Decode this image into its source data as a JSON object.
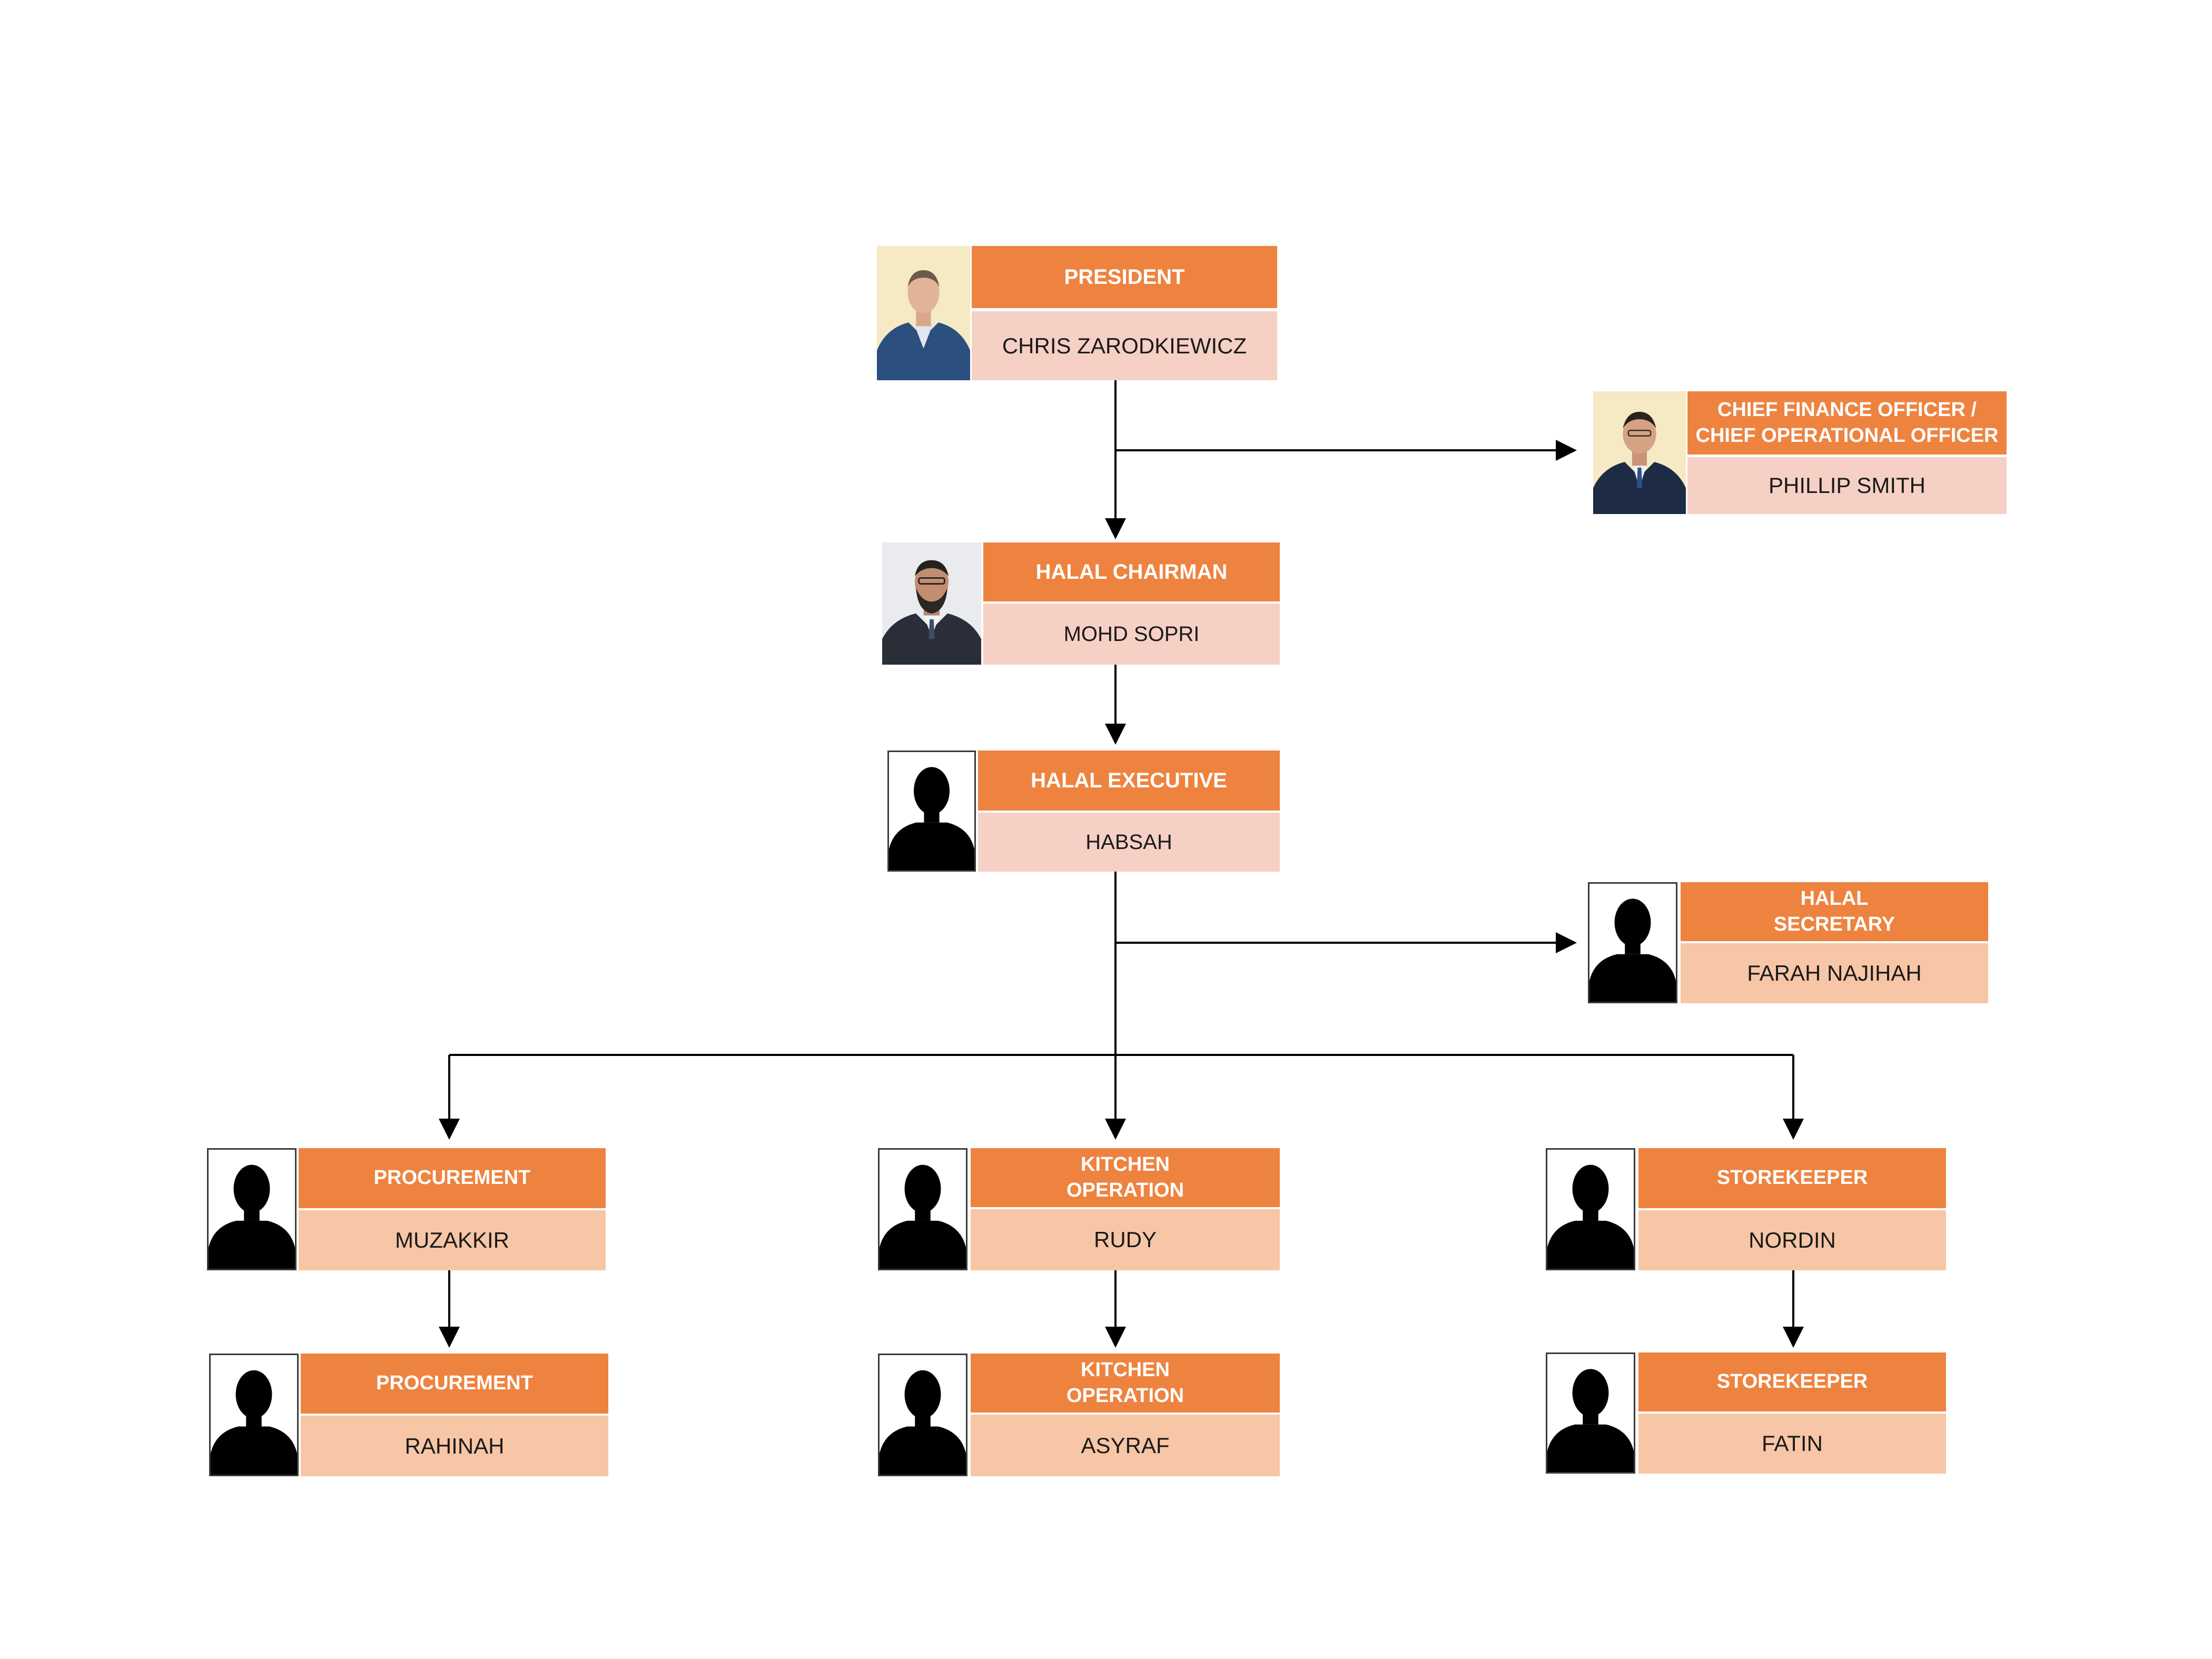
{
  "colors": {
    "accent": "#ee8340",
    "name_fill_pale": "#f6d0c4",
    "name_fill_peach": "#f7c6a6",
    "connector": "#000000"
  },
  "nodes": {
    "president": {
      "title": "PRESIDENT",
      "name": "CHRIS ZARODKIEWICZ",
      "photo": "portrait-photo"
    },
    "cfo": {
      "title": "CHIEF FINANCE OFFICER /\nCHIEF OPERATIONAL OFFICER",
      "name": "PHILLIP SMITH",
      "photo": "portrait-photo"
    },
    "halal_chairman": {
      "title": "HALAL CHAIRMAN",
      "name": "MOHD SOPRI",
      "photo": "portrait-photo"
    },
    "halal_executive": {
      "title": "HALAL EXECUTIVE",
      "name": "HABSAH",
      "photo": "person-silhouette-icon"
    },
    "halal_secretary": {
      "title": "HALAL\nSECRETARY",
      "name": "FARAH NAJIHAH",
      "photo": "person-silhouette-icon"
    },
    "procurement_1": {
      "title": "PROCUREMENT",
      "name": "MUZAKKIR",
      "photo": "person-silhouette-icon"
    },
    "procurement_2": {
      "title": "PROCUREMENT",
      "name": "RAHINAH",
      "photo": "person-silhouette-icon"
    },
    "kitchen_1": {
      "title": "KITCHEN\nOPERATION",
      "name": "RUDY",
      "photo": "person-silhouette-icon"
    },
    "kitchen_2": {
      "title": "KITCHEN\nOPERATION",
      "name": "ASYRAF",
      "photo": "person-silhouette-icon"
    },
    "storekeeper_1": {
      "title": "STOREKEEPER",
      "name": "NORDIN",
      "photo": "person-silhouette-icon"
    },
    "storekeeper_2": {
      "title": "STOREKEEPER",
      "name": "FATIN",
      "photo": "person-silhouette-icon"
    }
  },
  "edges": [
    [
      "president",
      "cfo"
    ],
    [
      "president",
      "halal_chairman"
    ],
    [
      "halal_chairman",
      "halal_executive"
    ],
    [
      "halal_executive",
      "halal_secretary"
    ],
    [
      "halal_executive",
      "procurement_1"
    ],
    [
      "halal_executive",
      "kitchen_1"
    ],
    [
      "halal_executive",
      "storekeeper_1"
    ],
    [
      "procurement_1",
      "procurement_2"
    ],
    [
      "kitchen_1",
      "kitchen_2"
    ],
    [
      "storekeeper_1",
      "storekeeper_2"
    ]
  ]
}
